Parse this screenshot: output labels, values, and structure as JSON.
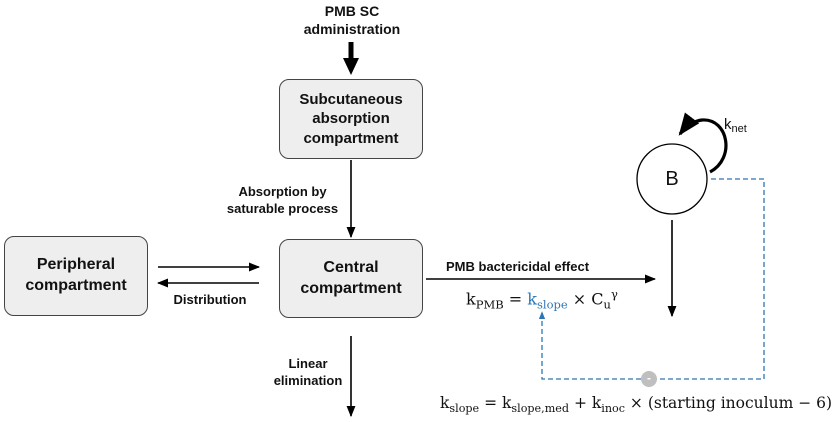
{
  "nodes": {
    "administration": {
      "line1": "PMB SC",
      "line2": "administration"
    },
    "subcutaneous": {
      "line1": "Subcutaneous",
      "line2": "absorption",
      "line3": "compartment"
    },
    "central": {
      "line1": "Central",
      "line2": "compartment"
    },
    "peripheral": {
      "line1": "Peripheral",
      "line2": "compartment"
    },
    "bacteria": {
      "label": "B"
    }
  },
  "edges": {
    "absorption": {
      "line1": "Absorption by",
      "line2": "saturable process"
    },
    "distribution": {
      "label": "Distribution"
    },
    "elimination": {
      "line1": "Linear",
      "line2": "elimination"
    },
    "bactericidal": {
      "label": "PMB bactericidal effect"
    },
    "growth": {
      "k": "k",
      "sub": "net"
    },
    "inhibition": {
      "sign": "-"
    }
  },
  "equations": {
    "kpmb": {
      "k": "k",
      "sub": "PMB",
      "eq": " = ",
      "kslope": "k",
      "kslope_sub": "slope",
      "times": " × C",
      "cu_sub": "u",
      "exp": "γ"
    },
    "kslope": {
      "k": "k",
      "sub": "slope",
      "eq": " = k",
      "med_sub": "slope,med",
      "plus": " + k",
      "inoc_sub": "inoc",
      "rest": " × (starting inoculum  − 6)"
    }
  },
  "colors": {
    "box_fill": "#eeeeee",
    "feedback": "#2e75b6",
    "inhibition_node": "#bfbfbf"
  }
}
